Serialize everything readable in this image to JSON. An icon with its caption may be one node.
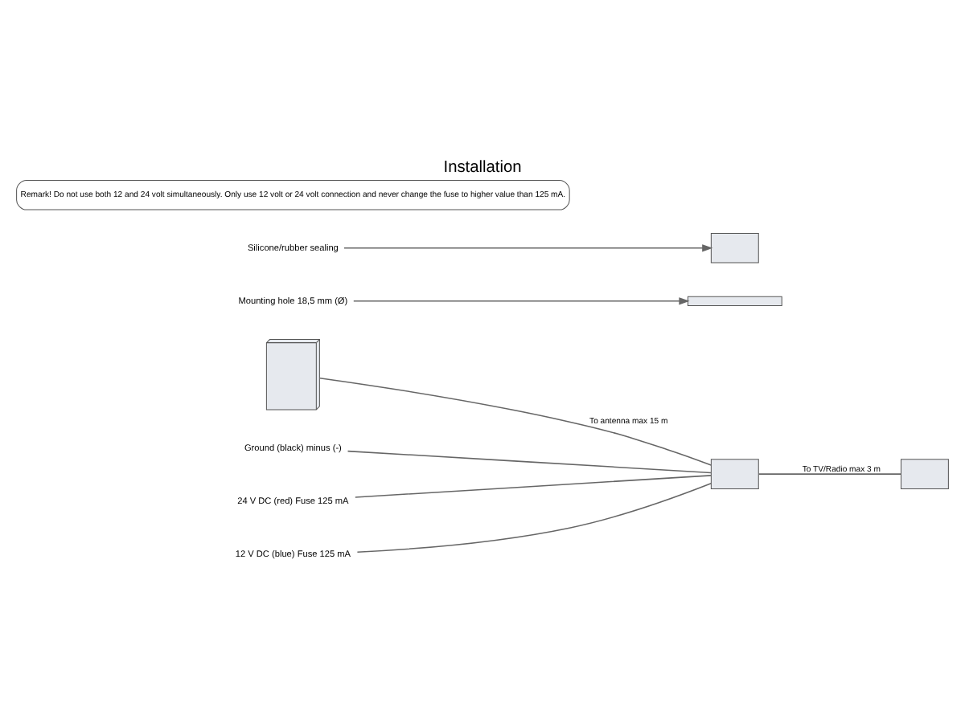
{
  "diagram": {
    "title": "Installation",
    "nodes": [
      {
        "text": [],
        "shape": "picture"
      },
      {
        "text": [],
        "shape": "bar"
      },
      {
        "text": [],
        "shape": "box"
      },
      {
        "text": [
          "Mounting hole 18,5 mm (Ø)"
        ]
      },
      {
        "text": [
          "Silicone/rubber sealing"
        ]
      },
      {
        "text": [],
        "shape": "box"
      },
      {
        "text": [],
        "shape": "box"
      },
      {
        "text": [
          "Ground (black) minus (-)"
        ]
      },
      {
        "text": [
          "24 V DC (red) Fuse 125 mA"
        ]
      },
      {
        "text": [
          "12 V DC (blue) Fuse 125 mA"
        ]
      }
    ],
    "edges": [
      {
        "from": 0,
        "to": 5,
        "arrow": "none",
        "label": "To antenna max 15 m"
      },
      {
        "from": 5,
        "to": 6,
        "arrow": "none",
        "label": "To TV/Radio max 3 m"
      },
      {
        "from": 3,
        "to": 1,
        "arrow": "to"
      },
      {
        "from": 4,
        "to": 2,
        "arrow": "to"
      },
      {
        "from": 7,
        "to": 5,
        "arrow": "none"
      },
      {
        "from": 8,
        "to": 5,
        "arrow": "none"
      },
      {
        "from": 9,
        "to": 5,
        "arrow": "none"
      }
    ],
    "labels": [
      "Remark! Do not use both 12 and 24 volt simultaneously. Only use 12 volt or 24 volt connection and never change the fuse to higher value than 125 mA."
    ]
  }
}
